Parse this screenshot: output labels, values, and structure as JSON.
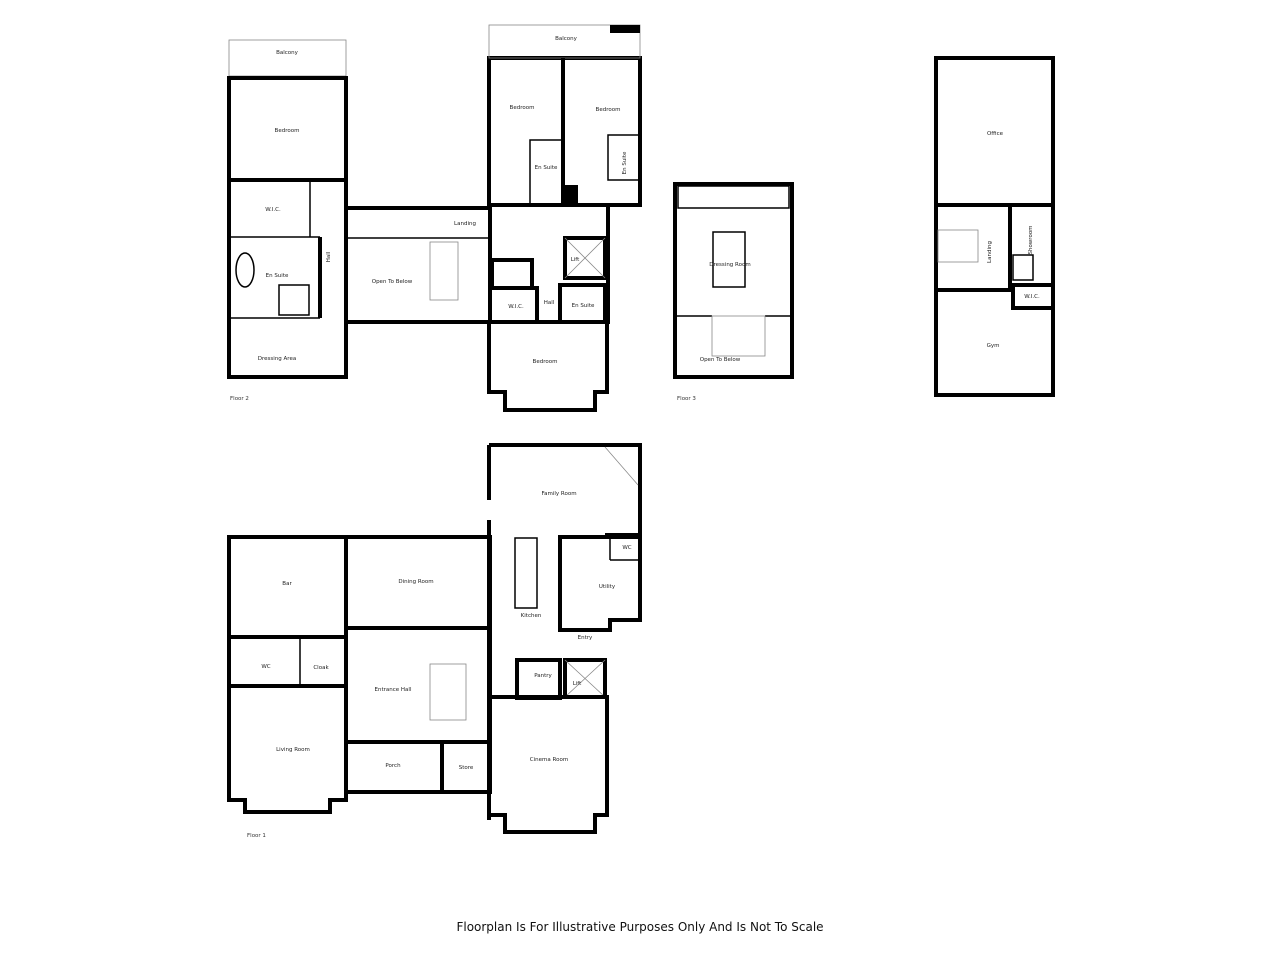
{
  "floor2": {
    "label": "Floor 2",
    "rooms": [
      "Balcony",
      "Bedroom",
      "W.I.C.",
      "En Suite",
      "Hall",
      "Dressing Area",
      "Open To Below",
      "Landing",
      "Balcony",
      "Bedroom",
      "Bedroom",
      "En Suite",
      "En Suite",
      "Lift",
      "W.I.C.",
      "Hall",
      "En Suite",
      "Bedroom"
    ]
  },
  "floor3": {
    "label": "Floor 3",
    "rooms": [
      "Dressing Room",
      "Open To Below"
    ]
  },
  "floor4": {
    "rooms": [
      "Office",
      "Landing",
      "Showroom",
      "W.I.C.",
      "Gym"
    ]
  },
  "floor1": {
    "label": "Floor 1",
    "rooms": [
      "Family Room",
      "Bar",
      "Dining Room",
      "WC",
      "Utility",
      "Kitchen",
      "Entry",
      "WC",
      "Cloak",
      "Entrance Hall",
      "Pantry",
      "Lift",
      "Living Room",
      "Porch",
      "Store",
      "Cinema Room"
    ]
  },
  "footer": "Floorplan Is For Illustrative Purposes Only And Is Not To Scale"
}
